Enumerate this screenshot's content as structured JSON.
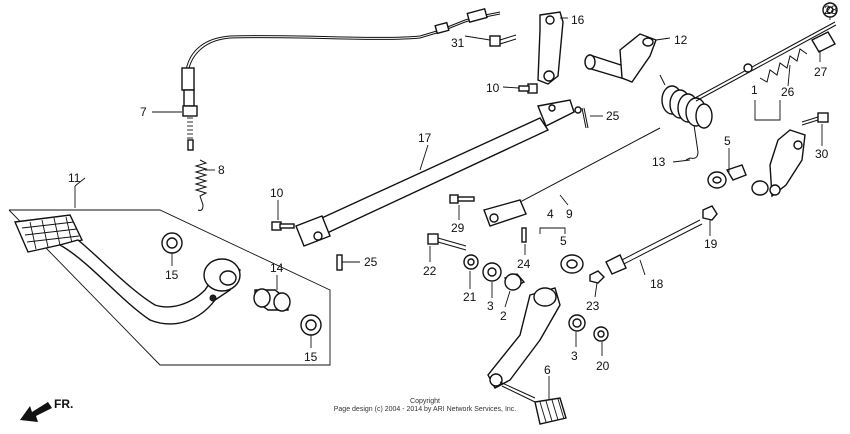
{
  "labels": {
    "l1": "1",
    "l2": "2",
    "l3a": "3",
    "l3b": "3",
    "l4": "4",
    "l5a": "5",
    "l5b": "5",
    "l6": "6",
    "l7": "7",
    "l8": "8",
    "l9": "9",
    "l10a": "10",
    "l10b": "10",
    "l11": "11",
    "l12": "12",
    "l13": "13",
    "l14": "14",
    "l15a": "15",
    "l15b": "15",
    "l16": "16",
    "l17": "17",
    "l18": "18",
    "l19": "19",
    "l20": "20",
    "l21": "21",
    "l22": "22",
    "l23": "23",
    "l24": "24",
    "l25a": "25",
    "l25b": "25",
    "l26": "26",
    "l27": "27",
    "l28": "28",
    "l29": "29",
    "l30": "30",
    "l31": "31"
  },
  "footer": {
    "title": "Copyright",
    "line": "Page design (c) 2004 - 2014 by ARI Network Services, Inc."
  },
  "direction": {
    "label": "FR.",
    "icon": "front-arrow-icon"
  }
}
